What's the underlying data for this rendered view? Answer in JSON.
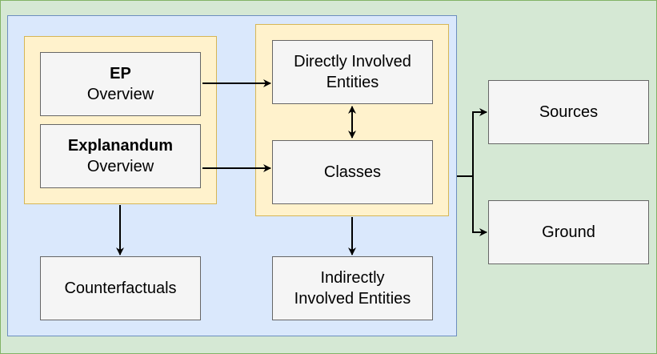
{
  "nodes": {
    "ep": {
      "title": "EP",
      "subtitle": "Overview"
    },
    "explanandum": {
      "title": "Explanandum",
      "subtitle": "Overview"
    },
    "counterfactuals": {
      "label": "Counterfactuals"
    },
    "directly_involved": {
      "line1": "Directly Involved",
      "line2": "Entities"
    },
    "classes": {
      "label": "Classes"
    },
    "indirectly_involved": {
      "line1": "Indirectly",
      "line2": "Involved Entities"
    },
    "sources": {
      "label": "Sources"
    },
    "ground": {
      "label": "Ground"
    }
  },
  "colors": {
    "outer_fill": "#d5e8d4",
    "outer_stroke": "#82b366",
    "inner_fill": "#dae8fc",
    "inner_stroke": "#6c8ebf",
    "group_fill": "#fff2cc",
    "group_stroke": "#d6b656",
    "box_fill": "#f5f5f5",
    "box_stroke": "#666666",
    "edge": "#000000"
  }
}
